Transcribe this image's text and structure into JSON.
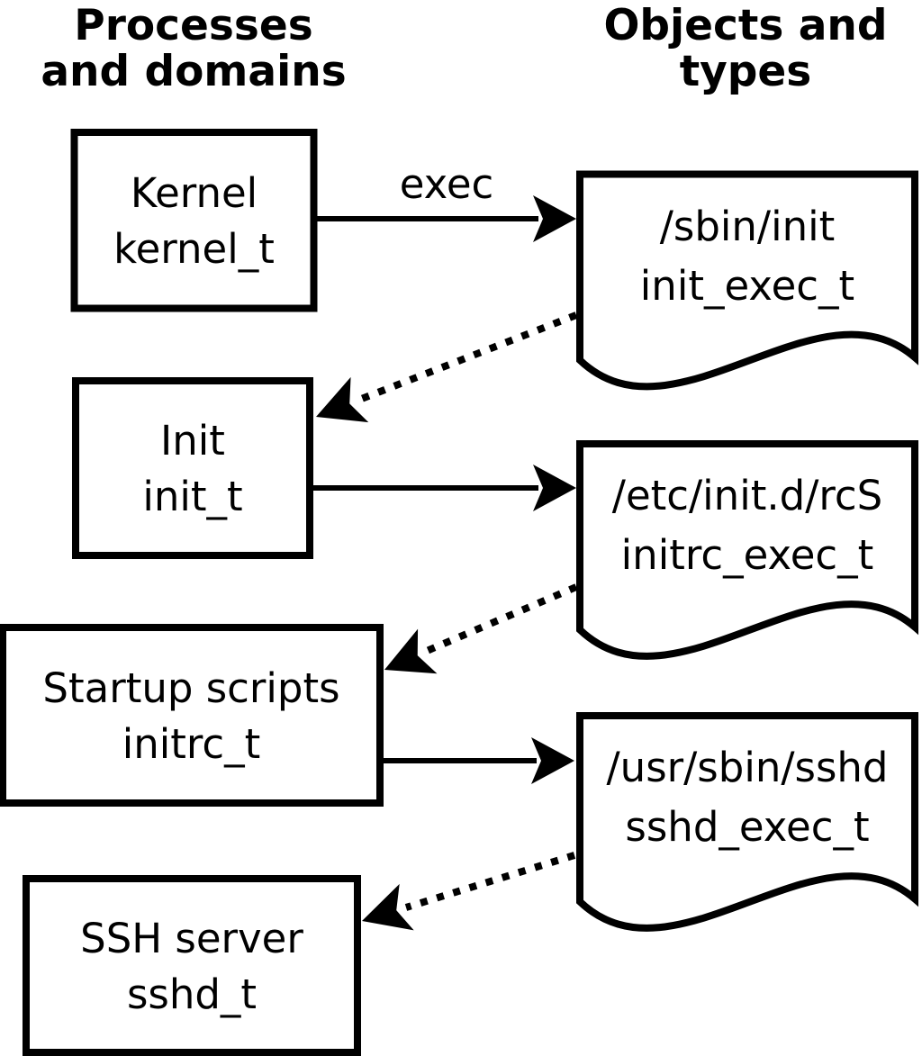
{
  "diagram": {
    "column_headers": {
      "left": {
        "line1": "Processes",
        "line2": "and domains"
      },
      "right": {
        "line1": "Objects and",
        "line2": "types"
      }
    },
    "process_nodes": [
      {
        "label": "Kernel",
        "domain": "kernel_t"
      },
      {
        "label": "Init",
        "domain": "init_t"
      },
      {
        "label": "Startup scripts",
        "domain": "initrc_t"
      },
      {
        "label": "SSH server",
        "domain": "sshd_t"
      }
    ],
    "object_nodes": [
      {
        "path": "/sbin/init",
        "type": "init_exec_t"
      },
      {
        "path": "/etc/init.d/rcS",
        "type": "initrc_exec_t"
      },
      {
        "path": "/usr/sbin/sshd",
        "type": "sshd_exec_t"
      }
    ],
    "arrow_label": "exec",
    "colors": {
      "ink": "#000000",
      "background": "#ffffff"
    }
  }
}
